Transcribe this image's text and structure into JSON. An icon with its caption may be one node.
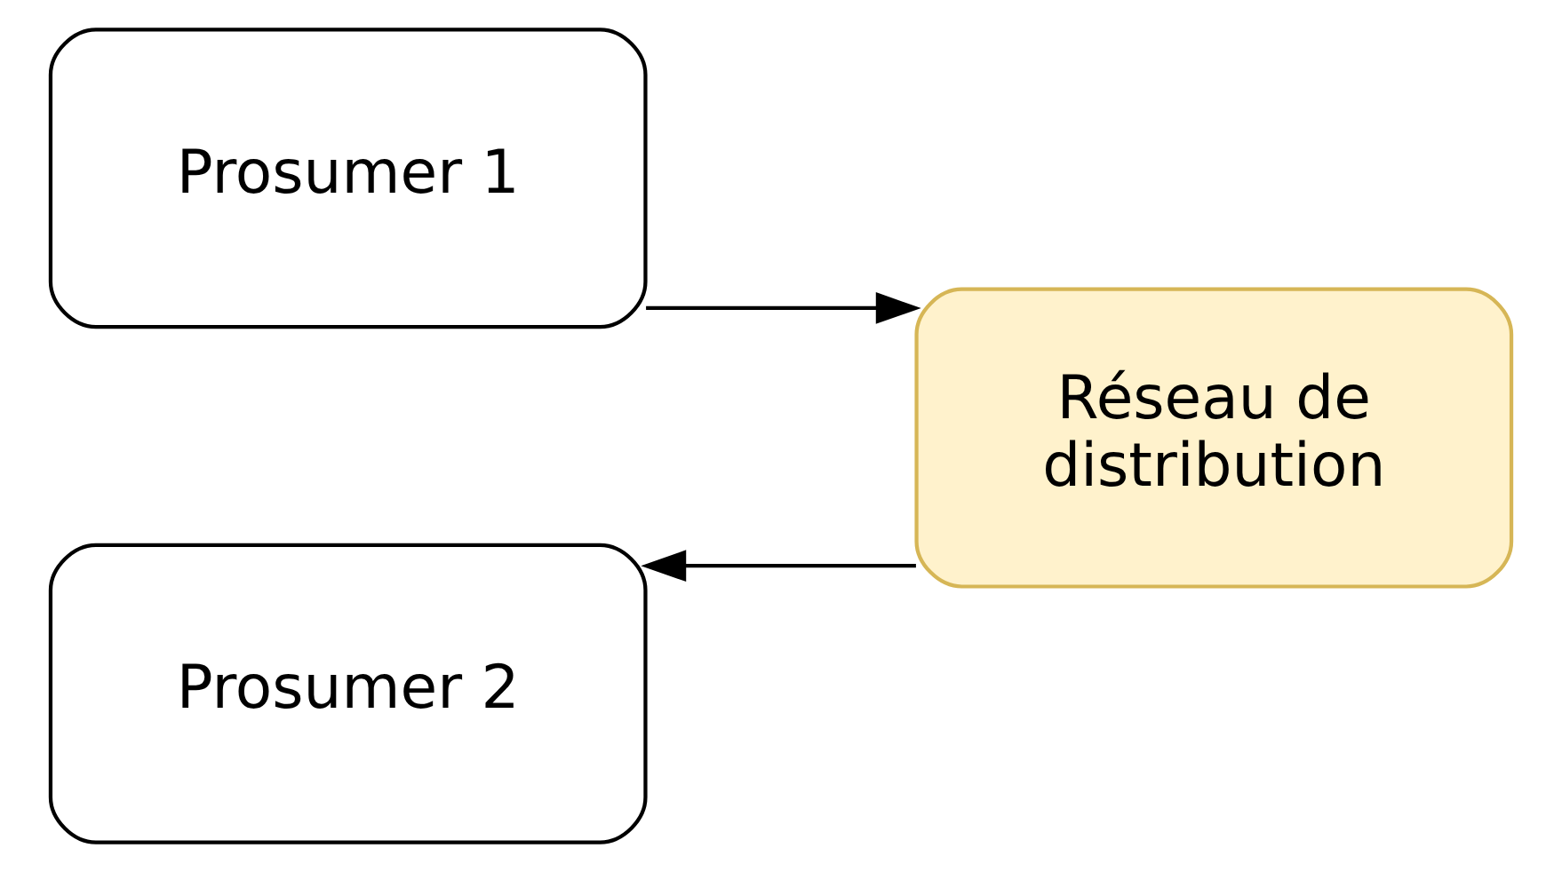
{
  "diagram": {
    "nodes": [
      {
        "text": [
          "Prosumer 1"
        ]
      },
      {
        "text": [
          "Réseau de distribution"
        ]
      },
      {
        "text": [
          "Prosumer 2"
        ]
      }
    ],
    "edges": [
      {
        "from": 0,
        "to": 1,
        "arrow": "to"
      },
      {
        "from": 1,
        "to": 2,
        "arrow": "to"
      }
    ]
  }
}
